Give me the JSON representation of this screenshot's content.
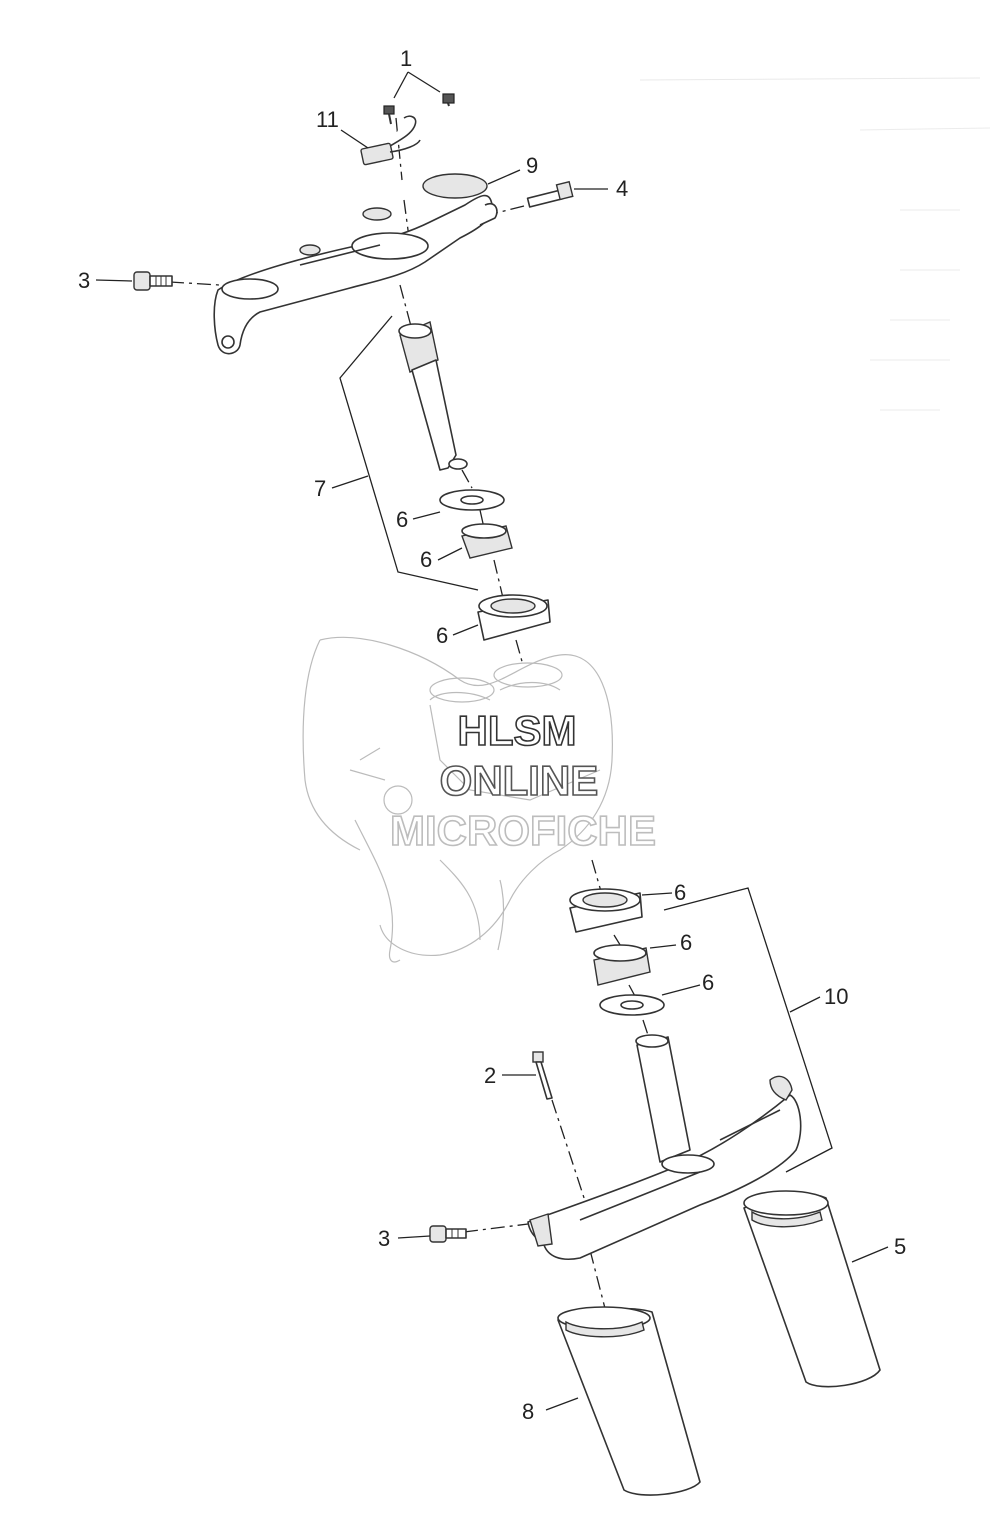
{
  "watermark": {
    "line1": "HLSM",
    "line2": "ONLINE",
    "line3": "MICROFICHE"
  },
  "callouts": {
    "c1": "1",
    "c2": "2",
    "c3_top": "3",
    "c3_bottom": "3",
    "c4": "4",
    "c5": "5",
    "c6_a": "6",
    "c6_b": "6",
    "c6_c": "6",
    "c6_d": "6",
    "c6_e": "6",
    "c6_f": "6",
    "c7": "7",
    "c8": "8",
    "c9": "9",
    "c10": "10",
    "c11": "11"
  }
}
